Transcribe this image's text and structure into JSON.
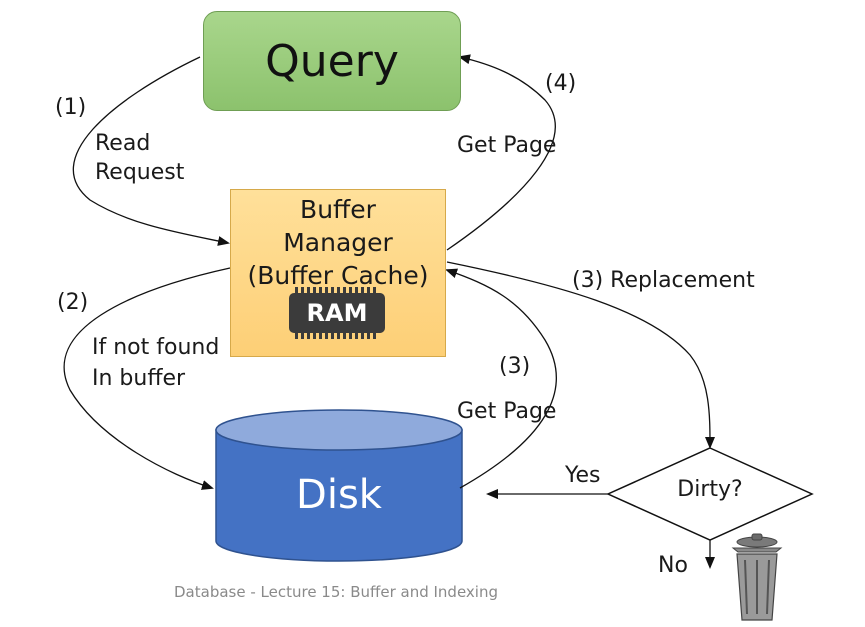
{
  "query": {
    "label": "Query"
  },
  "buffer_manager": {
    "line1": "Buffer",
    "line2": "Manager",
    "line3": "(Buffer Cache)",
    "ram_label": "RAM"
  },
  "disk": {
    "label": "Disk"
  },
  "dirty": {
    "label": "Dirty?"
  },
  "edges": {
    "step1": {
      "number": "(1)",
      "line1": "Read",
      "line2": "Request"
    },
    "step2": {
      "number": "(2)",
      "line1": "If not found",
      "line2": "In buffer"
    },
    "step3_get": {
      "number": "(3)",
      "label": "Get Page"
    },
    "step3_replace": {
      "label": "(3) Replacement"
    },
    "step4": {
      "number": "(4)",
      "label": "Get Page"
    },
    "yes": "Yes",
    "no": "No"
  },
  "footer": "Database - Lecture 15: Buffer and Indexing",
  "colors": {
    "query_fill": "#8cc26d",
    "buffer_fill": "#fdcf76",
    "disk_fill": "#4472c4",
    "disk_top": "#8faadc"
  },
  "icons": {
    "trash": "trash-can-icon",
    "ram": "ram-chip-icon"
  }
}
